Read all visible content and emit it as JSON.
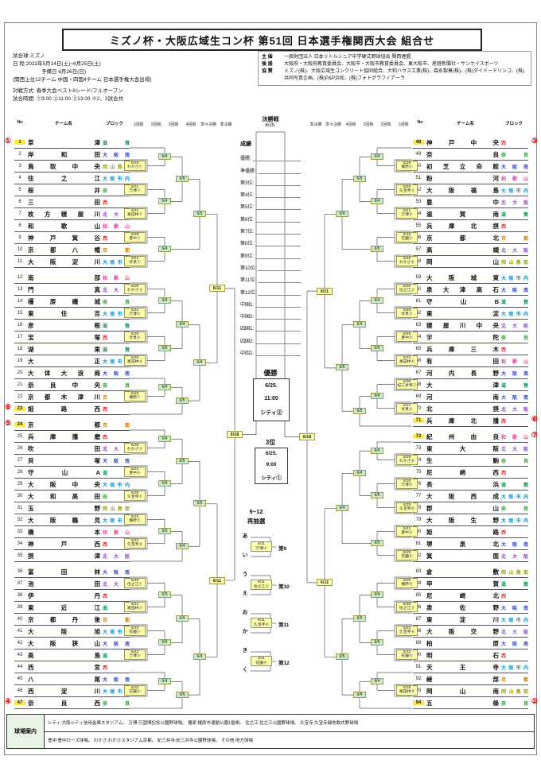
{
  "title": "ミズノ杯・大阪広域生コン杯 第51回 日本選手権関西大会 組合せ",
  "info_left": {
    "lines": [
      "試合球:ミズノ",
      "日 程:2022年5月14日(土)~6月25日(土)",
      "予備日 6月26日(日)",
      "(関西上位12チーム 中国・四国4チーム 日本選手権大会出場)",
      "対戦方式: 春季大会ベスト8シード/フルオープン",
      "試合時間: ①9:00 ②11:00 ③13:00 ※2、3試合共"
    ]
  },
  "info_right": {
    "items": [
      {
        "label": "主 催",
        "text": "一般財団法人 日本リトルシニア中学硬式野球協会 関西連盟"
      },
      {
        "label": "後 援",
        "text": "大阪府・大阪府教育委員会、大阪市・大阪市教育委員会、東大阪市、産経新聞社・サンケイスポーツ"
      },
      {
        "label": "協 賛",
        "text": "ミズノ(株)、大阪広域生コンクリート協同組合、大和ハウス工業(株)、森永製菓(株)、(株)ダイドードリンコ、(株)共同写真企画、(株)P&P浜松、(株)フォトグラフィアーラ"
      }
    ]
  },
  "table_headers": {
    "no": "No",
    "team": "チーム名",
    "block": "ブロック"
  },
  "round_labels_left": [
    "1回戦",
    "2回戦",
    "3回戦",
    "4回戦",
    "準々決勝",
    "準決勝"
  ],
  "round_labels_right": [
    "準決勝",
    "準々決勝",
    "4回戦",
    "3回戦",
    "2回戦",
    "1回戦"
  ],
  "final_label": "決勝戦",
  "final_date": "6/25.",
  "block_colors": {
    "滋賀": "#009950",
    "京都": "#e07b00",
    "奈良": "#2aa12e",
    "和歌山": "#e0409a",
    "西": "#e02424",
    "北大阪": "#8f45c8",
    "大阪市内": "#0092d0",
    "大阪南": "#2b43c8",
    "岡山鳥取": "#9f9f00"
  },
  "teams_left": [
    {
      "no": 1,
      "name": "草津",
      "block": "滋賀",
      "seed": "①"
    },
    {
      "no": 2,
      "name": "岸和田",
      "block": "大阪南",
      "seed": ""
    },
    {
      "no": 3,
      "name": "鳥取中央",
      "block": "岡山鳥取",
      "seed": ""
    },
    {
      "no": 4,
      "name": "住之江",
      "block": "大阪市内",
      "seed": ""
    },
    {
      "no": 5,
      "name": "桜井",
      "block": "奈良",
      "seed": ""
    },
    {
      "no": 6,
      "name": "三田",
      "block": "西",
      "seed": ""
    },
    {
      "no": 7,
      "name": "枚方寝屋川",
      "block": "北大阪",
      "seed": ""
    },
    {
      "no": 8,
      "name": "和歌山",
      "block": "和歌山",
      "seed": ""
    },
    {
      "no": 9,
      "name": "神戸箕谷",
      "block": "西",
      "seed": ""
    },
    {
      "no": 10,
      "name": "京都八幡",
      "block": "京都",
      "seed": ""
    },
    {
      "no": 11,
      "name": "大阪淀川",
      "block": "大阪市内",
      "seed": ""
    },
    {
      "no": 12,
      "name": "南部",
      "block": "和歌山",
      "seed": ""
    },
    {
      "no": 13,
      "name": "門真",
      "block": "北大阪",
      "seed": ""
    },
    {
      "no": 14,
      "name": "橿原磯城",
      "block": "奈良",
      "seed": ""
    },
    {
      "no": 15,
      "name": "東住吉",
      "block": "大阪市内",
      "seed": ""
    },
    {
      "no": 16,
      "name": "彦根",
      "block": "滋賀",
      "seed": ""
    },
    {
      "no": 17,
      "name": "宝塚",
      "block": "西",
      "seed": ""
    },
    {
      "no": 18,
      "name": "湖東",
      "block": "滋賀",
      "seed": ""
    },
    {
      "no": 19,
      "name": "大正",
      "block": "大阪市内",
      "seed": ""
    },
    {
      "no": 20,
      "name": "大体大浪商",
      "block": "大阪南",
      "seed": ""
    },
    {
      "no": 21,
      "name": "奈良中央",
      "block": "奈良",
      "seed": ""
    },
    {
      "no": 22,
      "name": "京都木津川",
      "block": "京都",
      "seed": ""
    },
    {
      "no": 23,
      "name": "姫路西",
      "block": "西",
      "seed": "⑧"
    },
    {
      "no": 24,
      "name": "京都",
      "block": "京都",
      "seed": "⑤"
    },
    {
      "no": 25,
      "name": "兵庫播磨",
      "block": "西",
      "seed": ""
    },
    {
      "no": 26,
      "name": "吹田",
      "block": "北大阪",
      "seed": ""
    },
    {
      "no": 27,
      "name": "貝塚",
      "block": "大阪南",
      "seed": ""
    },
    {
      "no": 28,
      "name": "守山A",
      "block": "滋賀",
      "seed": ""
    },
    {
      "no": 29,
      "name": "大阪中央",
      "block": "大阪市内",
      "seed": ""
    },
    {
      "no": 30,
      "name": "大和高田",
      "block": "奈良",
      "seed": ""
    },
    {
      "no": 31,
      "name": "玉野",
      "block": "岡山鳥取",
      "seed": ""
    },
    {
      "no": 32,
      "name": "大阪鶴見",
      "block": "大阪市内",
      "seed": ""
    },
    {
      "no": 33,
      "name": "橋本",
      "block": "和歌山",
      "seed": ""
    },
    {
      "no": 34,
      "name": "神戸西",
      "block": "西",
      "seed": ""
    },
    {
      "no": 35,
      "name": "摂津",
      "block": "北大阪",
      "seed": ""
    },
    {
      "no": 36,
      "name": "富田林",
      "block": "大阪南",
      "seed": ""
    },
    {
      "no": 37,
      "name": "池田",
      "block": "北大阪",
      "seed": ""
    },
    {
      "no": 38,
      "name": "伊丹",
      "block": "西",
      "seed": ""
    },
    {
      "no": 39,
      "name": "東近江",
      "block": "滋賀",
      "seed": ""
    },
    {
      "no": 40,
      "name": "京都丹後",
      "block": "京都",
      "seed": ""
    },
    {
      "no": 41,
      "name": "大阪旭",
      "block": "大阪市内",
      "seed": ""
    },
    {
      "no": 42,
      "name": "大阪狭山",
      "block": "大阪南",
      "seed": ""
    },
    {
      "no": 43,
      "name": "高島",
      "block": "滋賀",
      "seed": ""
    },
    {
      "no": 44,
      "name": "西宮",
      "block": "西",
      "seed": ""
    },
    {
      "no": 45,
      "name": "八尾",
      "block": "大阪南",
      "seed": ""
    },
    {
      "no": 46,
      "name": "西淀川",
      "block": "大阪市内",
      "seed": ""
    },
    {
      "no": 47,
      "name": "奈良西",
      "block": "奈良",
      "seed": "④"
    }
  ],
  "teams_right": [
    {
      "no": 48,
      "name": "神戸中央",
      "block": "西",
      "seed": "③"
    },
    {
      "no": 49,
      "name": "奈良",
      "block": "奈良",
      "seed": ""
    },
    {
      "no": 50,
      "name": "初芝立命館",
      "block": "大阪南",
      "seed": ""
    },
    {
      "no": 51,
      "name": "粉河",
      "block": "和歌山",
      "seed": ""
    },
    {
      "no": 52,
      "name": "大阪福島",
      "block": "大阪市内",
      "seed": ""
    },
    {
      "no": 53,
      "name": "豊中",
      "block": "北大阪",
      "seed": ""
    },
    {
      "no": 54,
      "name": "滋賀南",
      "block": "滋賀",
      "seed": ""
    },
    {
      "no": 55,
      "name": "兵庫北摂",
      "block": "西",
      "seed": ""
    },
    {
      "no": 56,
      "name": "京都北",
      "block": "京都",
      "seed": ""
    },
    {
      "no": 57,
      "name": "高槻",
      "block": "北大阪",
      "seed": ""
    },
    {
      "no": 58,
      "name": "岡山",
      "block": "岡山鳥取",
      "seed": ""
    },
    {
      "no": 59,
      "name": "大阪城東",
      "block": "大阪市内",
      "seed": ""
    },
    {
      "no": 60,
      "name": "泉大津高石",
      "block": "大阪南",
      "seed": ""
    },
    {
      "no": 61,
      "name": "守山B",
      "block": "滋賀",
      "seed": ""
    },
    {
      "no": 62,
      "name": "東淀",
      "block": "大阪市内",
      "seed": ""
    },
    {
      "no": 63,
      "name": "寝屋川中央",
      "block": "北大阪",
      "seed": ""
    },
    {
      "no": 64,
      "name": "宇陀",
      "block": "奈良",
      "seed": ""
    },
    {
      "no": 65,
      "name": "兵庫三木",
      "block": "西",
      "seed": ""
    },
    {
      "no": 66,
      "name": "有田",
      "block": "和歌山",
      "seed": ""
    },
    {
      "no": 67,
      "name": "河内長野",
      "block": "大阪南",
      "seed": ""
    },
    {
      "no": 68,
      "name": "大津",
      "block": "滋賀",
      "seed": ""
    },
    {
      "no": 69,
      "name": "河南",
      "block": "大阪南",
      "seed": ""
    },
    {
      "no": 70,
      "name": "北摂",
      "block": "北大阪",
      "seed": ""
    },
    {
      "no": 71,
      "name": "兵庫北播",
      "block": "西",
      "seed": "⑥"
    },
    {
      "no": 72,
      "name": "紀州由良",
      "block": "和歌山",
      "seed": "⑦"
    },
    {
      "no": 73,
      "name": "東大阪",
      "block": "北大阪",
      "seed": ""
    },
    {
      "no": 74,
      "name": "生駒",
      "block": "奈良",
      "seed": ""
    },
    {
      "no": 75,
      "name": "尼崎西",
      "block": "西",
      "seed": ""
    },
    {
      "no": 76,
      "name": "長浜",
      "block": "滋賀",
      "seed": ""
    },
    {
      "no": 77,
      "name": "大阪西成",
      "block": "大阪市内",
      "seed": ""
    },
    {
      "no": 78,
      "name": "郡山",
      "block": "奈良",
      "seed": ""
    },
    {
      "no": 79,
      "name": "大阪生野",
      "block": "大阪市内",
      "seed": ""
    },
    {
      "no": 80,
      "name": "姫路",
      "block": "西",
      "seed": ""
    },
    {
      "no": 81,
      "name": "堺泉北",
      "block": "大阪南",
      "seed": ""
    },
    {
      "no": 82,
      "name": "箕面",
      "block": "北大阪",
      "seed": ""
    },
    {
      "no": 83,
      "name": "倉敷",
      "block": "岡山鳥取",
      "seed": ""
    },
    {
      "no": 84,
      "name": "甲賀",
      "block": "滋賀",
      "seed": ""
    },
    {
      "no": 85,
      "name": "尼崎北",
      "block": "西",
      "seed": ""
    },
    {
      "no": 86,
      "name": "泉佐野",
      "block": "大阪南",
      "seed": ""
    },
    {
      "no": 87,
      "name": "東淀川",
      "block": "大阪市内",
      "seed": ""
    },
    {
      "no": 88,
      "name": "大阪交野",
      "block": "北大阪",
      "seed": ""
    },
    {
      "no": 89,
      "name": "柏原",
      "block": "大阪南",
      "seed": ""
    },
    {
      "no": 90,
      "name": "明石",
      "block": "西",
      "seed": ""
    },
    {
      "no": 91,
      "name": "天王寺",
      "block": "大阪市内",
      "seed": ""
    },
    {
      "no": 92,
      "name": "綾部",
      "block": "京都",
      "seed": ""
    },
    {
      "no": 93,
      "name": "岡山南",
      "block": "岡山鳥取",
      "seed": ""
    },
    {
      "no": 94,
      "name": "五條",
      "block": "奈良",
      "seed": "②"
    }
  ],
  "bracket_left": [
    [
      [
        [
          [
            1,
            [
              2,
              3
            ]
          ],
          [
            [
              4,
              5
            ],
            [
              6,
              7
            ]
          ]
        ],
        [
          [
            8,
            9
          ],
          [
            10,
            11
          ]
        ]
      ],
      [
        [
          [
            [
              12,
              13
            ],
            [
              14,
              15
            ]
          ],
          [
            [
              16,
              17
            ],
            [
              18,
              19
            ]
          ]
        ],
        [
          [
            20,
            [
              21,
              22
            ]
          ],
          23
        ]
      ]
    ],
    [
      [
        [
          [
            24,
            [
              25,
              26
            ]
          ],
          [
            [
              27,
              28
            ],
            [
              29,
              30
            ]
          ]
        ],
        [
          [
            [
              31,
              32
            ],
            [
              33,
              34
            ]
          ],
          35
        ]
      ],
      [
        [
          [
            [
              36,
              37
            ],
            [
              38,
              39
            ]
          ],
          [
            [
              40,
              41
            ],
            [
              42,
              43
            ]
          ]
        ],
        [
          [
            44,
            [
              45,
              46
            ]
          ],
          47
        ]
      ]
    ]
  ],
  "bracket_right": [
    [
      [
        [
          [
            48,
            [
              49,
              50
            ]
          ],
          [
            [
              51,
              52
            ],
            [
              53,
              54
            ]
          ]
        ],
        [
          [
            55,
            56
          ],
          [
            57,
            58
          ]
        ]
      ],
      [
        [
          [
            [
              59,
              60
            ],
            [
              61,
              62
            ]
          ],
          [
            [
              63,
              64
            ],
            [
              65,
              66
            ]
          ]
        ],
        [
          [
            [
              67,
              68
            ],
            [
              69,
              70
            ]
          ],
          71
        ]
      ]
    ],
    [
      [
        [
          [
            72,
            [
              73,
              74
            ]
          ],
          [
            [
              75,
              76
            ],
            [
              77,
              78
            ]
          ]
        ],
        [
          [
            79,
            80
          ],
          [
            81,
            82
          ]
        ]
      ],
      [
        [
          [
            [
              83,
              84
            ],
            [
              85,
              86
            ]
          ],
          [
            [
              87,
              88
            ],
            [
              89,
              90
            ]
          ]
        ],
        [
          [
            91,
            [
              92,
              93
            ]
          ],
          94
        ]
      ]
    ]
  ],
  "match_labels_left": {
    "2-3": [
      "5/28",
      "わかさ①"
    ],
    "4-5": [
      "5/21",
      "万博①"
    ],
    "6-7": [
      "5/21",
      "富田林①"
    ],
    "8-9": [
      "5/28",
      "豊中①"
    ],
    "10-11": [
      "5/21",
      "伏見①"
    ],
    "12-13": [
      "5/28",
      "わかさ②"
    ],
    "14-15": [
      "5/21",
      "万博②"
    ],
    "16-17": [
      "5/28",
      "伏見②"
    ],
    "18-19": [
      "5/28",
      "富田林②"
    ],
    "21-22": [
      "5/29",
      "橿原①"
    ],
    "25-26": [
      "5/28",
      "わかさ③"
    ],
    "27-28": [
      "5/21",
      "豊中②"
    ],
    "29-30": [
      "5/28",
      "久宝寺①"
    ],
    "31-32": [
      "5/22",
      "橿原②"
    ],
    "33-34": [
      "5/22",
      "久宝寺②"
    ],
    "36-37": [
      "5/28",
      "住之江①"
    ],
    "38-39": [
      "5/21",
      "富田林③"
    ],
    "40-41": [
      "5/15",
      "花園①"
    ],
    "42-43": [
      "5/22",
      "万博③"
    ],
    "45-46": [
      "5/15",
      "花園②"
    ],
    "1-3": [
      "6/4"
    ],
    "4-7": [
      "6/4"
    ],
    "8-11": [
      "6/4"
    ],
    "12-15": [
      "6/4"
    ],
    "16-19": [
      "6/5"
    ],
    "20-22": [
      "6/4"
    ],
    "24-26": [
      "6/4"
    ],
    "27-30": [
      "6/4"
    ],
    "31-34": [
      "6/5"
    ],
    "36-39": [
      "6/5"
    ],
    "40-43": [
      "6/4"
    ],
    "44-46": [
      "6/4"
    ],
    "1-7": [
      "6/5"
    ],
    "12-19": [
      "6/4"
    ],
    "20-23": [
      "6/5"
    ],
    "24-30": [
      "6/5"
    ],
    "31-35": [
      "6/4"
    ],
    "36-43": [
      "6/4"
    ],
    "44-47": [
      "6/5"
    ],
    "1-11": [
      "6/5"
    ],
    "12-23": [
      "6/4"
    ],
    "24-35": [
      "6/5"
    ],
    "36-47": [
      "6/4"
    ],
    "1-23": [
      "6/11"
    ],
    "24-47": [
      "6/11"
    ],
    "1-47": [
      "6/18"
    ]
  },
  "match_labels_right": {
    "49-50": [
      "5/29",
      "橿原③"
    ],
    "51-52": [
      "5/29",
      "久宝寺③"
    ],
    "53-54": [
      "5/21",
      "万博④"
    ],
    "55-56": [
      "5/15",
      "花園③"
    ],
    "57-58": [
      "5/28",
      "わかさ④"
    ],
    "59-60": [
      "5/29",
      "住之江②"
    ],
    "61-62": [
      "5/28",
      "伏見③"
    ],
    "63-64": [
      "5/29",
      "豊中③"
    ],
    "65-66": [
      "5/22",
      "富田林④"
    ],
    "67-68": [
      "5/29",
      "紀三井寺①"
    ],
    "69-70": [
      "5/21",
      "伏見④"
    ],
    "73-74": [
      "5/29",
      "わかさ⑤"
    ],
    "75-76": [
      "5/28",
      "万博⑤"
    ],
    "77-78": [
      "5/29",
      "久宝寺④"
    ],
    "79-80": [
      "5/21",
      "豊中④"
    ],
    "81-82": [
      "5/29",
      "花園④"
    ],
    "83-84": [
      "5/29",
      "橿原④"
    ],
    "85-86": [
      "5/28",
      "住之江③"
    ],
    "87-88": [
      "5/22",
      "久宝寺⑤"
    ],
    "89-90": [
      "5/15",
      "花園⑤"
    ],
    "92-93": [
      "5/29",
      "富田林⑤"
    ],
    "48-50": [
      "6/4"
    ],
    "51-54": [
      "6/4"
    ],
    "55-58": [
      "6/5"
    ],
    "59-62": [
      "6/4"
    ],
    "63-66": [
      "6/5"
    ],
    "67-70": [
      "6/4"
    ],
    "72-74": [
      "6/4"
    ],
    "75-78": [
      "6/5"
    ],
    "79-82": [
      "6/5"
    ],
    "83-86": [
      "6/4"
    ],
    "87-90": [
      "6/5"
    ],
    "91-93": [
      "6/4"
    ],
    "48-54": [
      "6/5"
    ],
    "59-66": [
      "6/4"
    ],
    "67-71": [
      "6/5"
    ],
    "72-78": [
      "6/4"
    ],
    "83-90": [
      "6/5"
    ],
    "91-94": [
      "6/4"
    ],
    "48-58": [
      "6/4"
    ],
    "59-71": [
      "6/5"
    ],
    "72-82": [
      "6/4"
    ],
    "83-94": [
      "6/5"
    ],
    "48-71": [
      "6/11"
    ],
    "72-94": [
      "6/11"
    ],
    "48-94": [
      "6/18"
    ]
  },
  "results_panel": {
    "title": "成績",
    "lines": [
      "優勝:",
      "準優勝:",
      "第3位:",
      "第4位:",
      "第5位:",
      "第6位:",
      "第7位:",
      "第8位:",
      "第9位:",
      "第10位:",
      "第11位:",
      "第12位:",
      "中国1:",
      "中国2:",
      "四国1:",
      "四国2:",
      "中四1:"
    ]
  },
  "champion": {
    "label": "優勝",
    "lines": [
      "6/25.",
      "11:00",
      "シティ②"
    ]
  },
  "third_place": {
    "label": "3位",
    "lines": [
      "6/25.",
      "9:00",
      "シティ①"
    ]
  },
  "redraw": {
    "title": "9~12",
    "subtitle": "再抽選",
    "letters": [
      "あ",
      "い",
      "う",
      "え",
      "お",
      "か",
      "き",
      "く"
    ],
    "matches": [
      {
        "label": [
          "6/11",
          "万博③"
        ],
        "result": "第9"
      },
      {
        "label": [
          "6/11",
          "住之江④"
        ],
        "result": "第10"
      },
      {
        "label": [
          "6/11",
          "久宝寺④"
        ],
        "result": "第11"
      },
      {
        "label": [
          "6/11",
          "花園④"
        ],
        "result": "第12"
      }
    ]
  },
  "venue_guide": {
    "label": "球場案内",
    "rows": [
      "シティ:大阪シティ信用金庫スタジアム。 万博:万国博記念公園野球場。 橿原:橿原市運動公園1塁側。 住之江:住之江公園野球場。 久宝寺:久宝寺緑地軟式野球場",
      "豊中:豊中ローズ球場。 わかさ:わかさスタジアム京都。 紀三井寺:紀三井寺公園野球場。 その他:地方球場"
    ]
  }
}
